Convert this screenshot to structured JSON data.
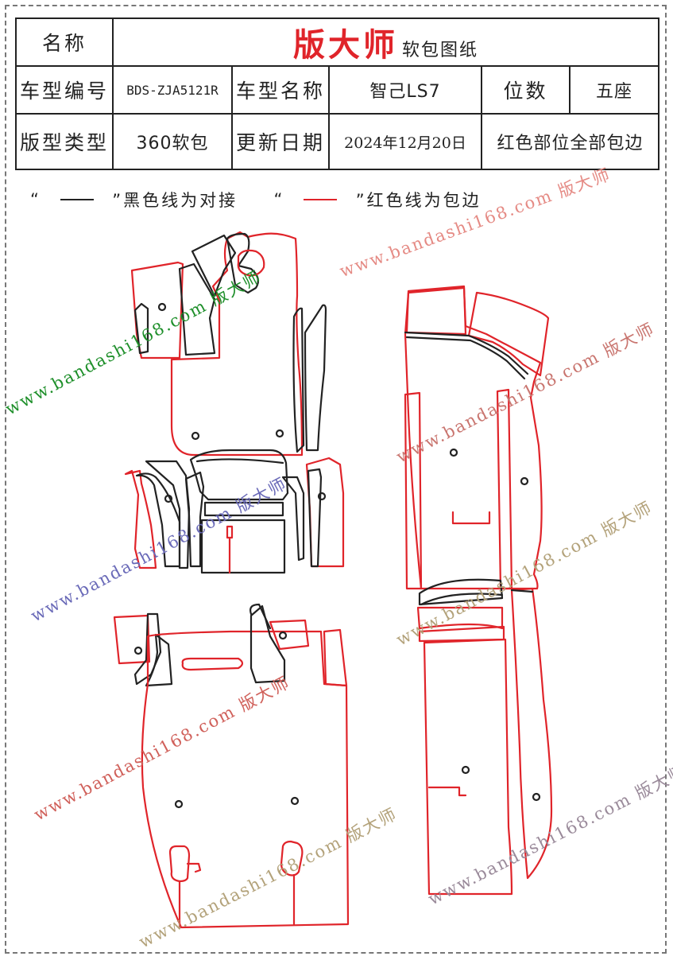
{
  "header": {
    "name_label": "名称",
    "brand": "版大师",
    "subtitle": "软包图纸",
    "model_code_label": "车型编号",
    "model_code": "BDS-ZJA5121R",
    "model_name_label": "车型名称",
    "model_name": "智己LS7",
    "seats_label": "位数",
    "seats": "五座",
    "pattern_type_label": "版型类型",
    "pattern_type": "360软包",
    "update_date_label": "更新日期",
    "update_date": "2024年12月20日",
    "note": "红色部位全部包边"
  },
  "legend": {
    "black_open": "“",
    "black_close": "”黑色线为对接",
    "red_open": "“",
    "red_close": "”红色线为包边"
  },
  "watermarks": {
    "site": "www.bandashi168.com",
    "brand": "版大师"
  },
  "colors": {
    "black_line": "#222222",
    "red_line": "#e0242a",
    "watermark_red": "#e58a84",
    "watermark_green": "#1e8f2a",
    "watermark_blue": "#6a6ab8",
    "watermark_olive": "#b3a27a"
  }
}
